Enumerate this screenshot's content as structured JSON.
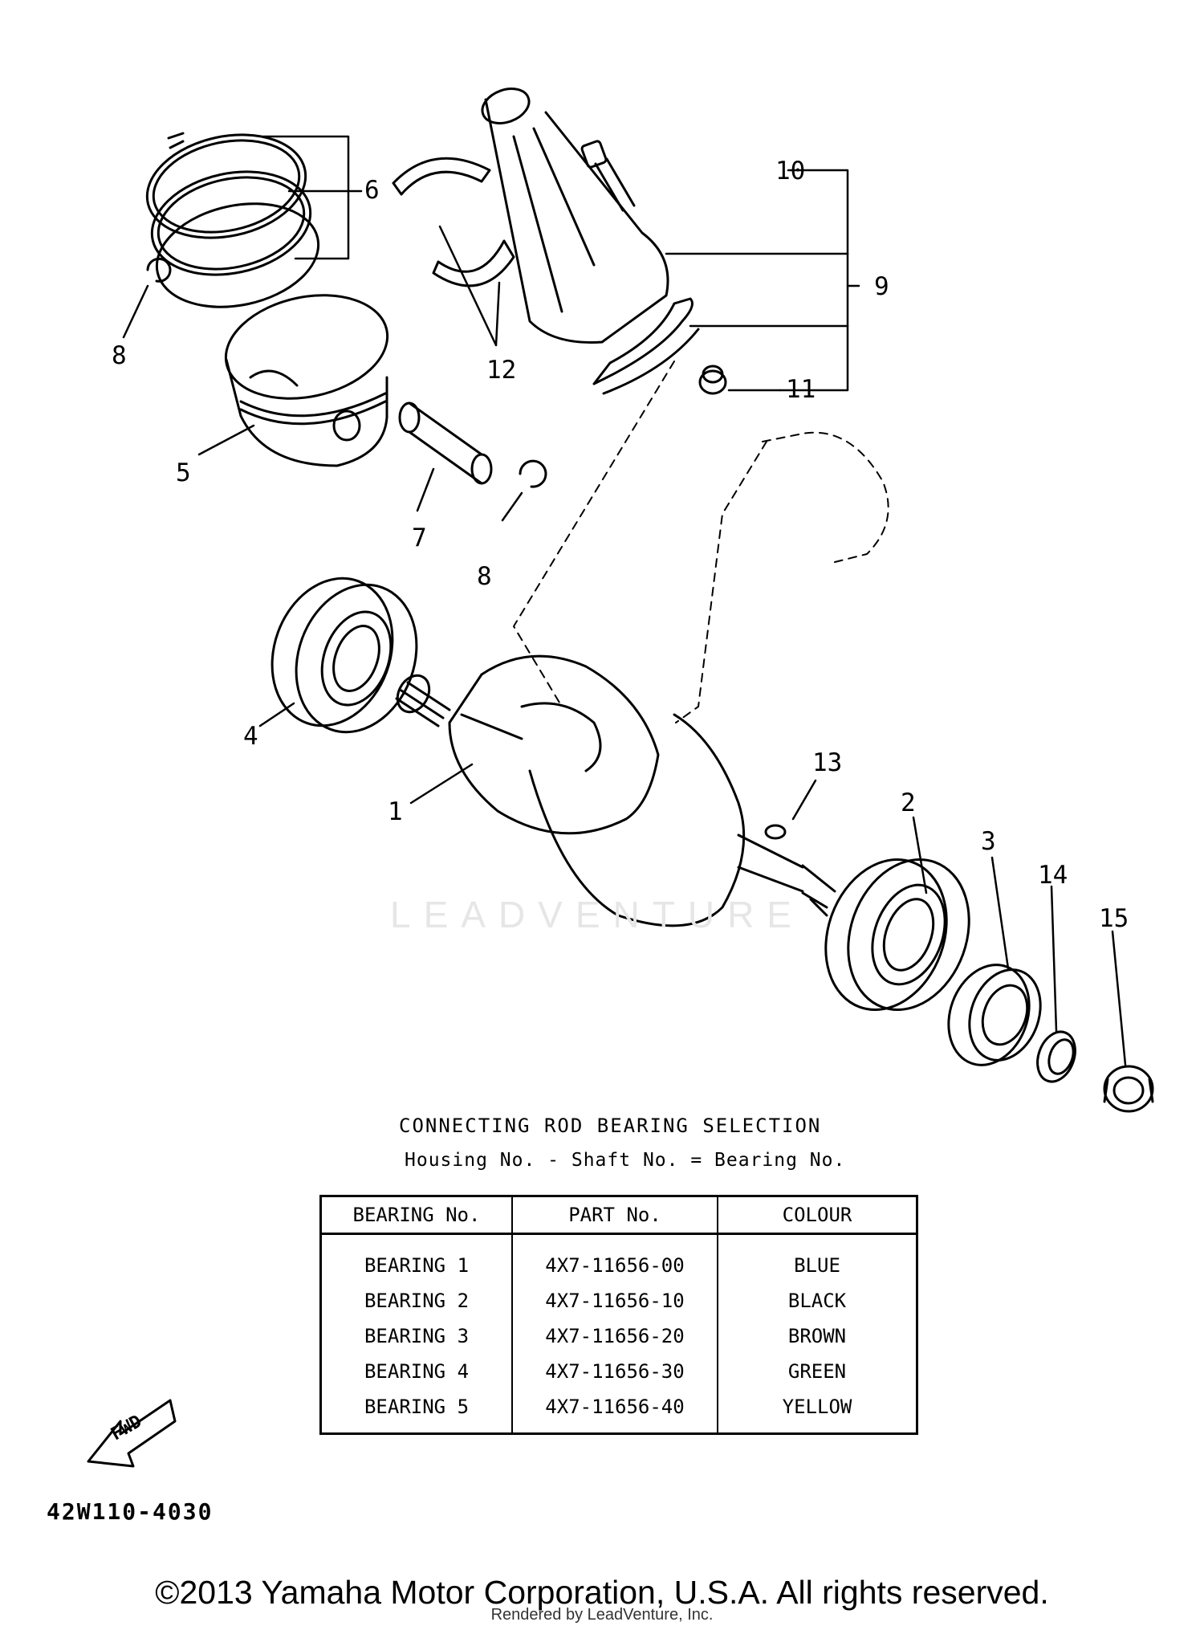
{
  "callouts": [
    "1",
    "2",
    "3",
    "4",
    "5",
    "6",
    "7",
    "8",
    "8",
    "9",
    "10",
    "11",
    "12",
    "13",
    "14",
    "15"
  ],
  "watermark": "LEADVENTURE",
  "selection": {
    "title": "CONNECTING ROD BEARING SELECTION",
    "formula": "Housing No. - Shaft No. = Bearing No."
  },
  "table": {
    "headers": [
      "BEARING No.",
      "PART No.",
      "COLOUR"
    ],
    "rows": [
      [
        "BEARING 1",
        "4X7-11656-00",
        "BLUE"
      ],
      [
        "BEARING 2",
        "4X7-11656-10",
        "BLACK"
      ],
      [
        "BEARING 3",
        "4X7-11656-20",
        "BROWN"
      ],
      [
        "BEARING 4",
        "4X7-11656-30",
        "GREEN"
      ],
      [
        "BEARING 5",
        "4X7-11656-40",
        "YELLOW"
      ]
    ]
  },
  "fwd_label": "FWD",
  "diagram_code": "42W110-4030",
  "copyright": "©2013 Yamaha Motor Corporation, U.S.A. All rights reserved.",
  "rendered_by": "Rendered by LeadVenture, Inc."
}
